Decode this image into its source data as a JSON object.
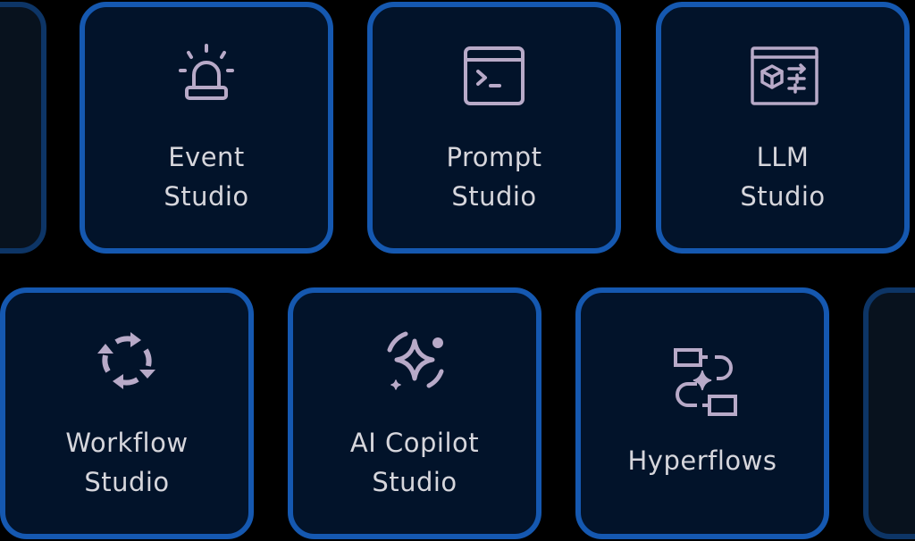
{
  "colors": {
    "background": "#000000",
    "card_fill": "#02132a",
    "card_border": "#1558b0",
    "faded_fill": "#08121e",
    "faded_border": "#0d3566",
    "icon": "#b8aac8",
    "text": "#d6d6dc"
  },
  "cards": [
    {
      "id": "event-studio",
      "icon": "siren-icon",
      "line1": "Event",
      "line2": "Studio"
    },
    {
      "id": "prompt-studio",
      "icon": "terminal-window-icon",
      "line1": "Prompt",
      "line2": "Studio"
    },
    {
      "id": "llm-studio",
      "icon": "model-settings-icon",
      "line1": "LLM",
      "line2": "Studio"
    },
    {
      "id": "workflow-studio",
      "icon": "cycle-arrows-icon",
      "line1": "Workflow",
      "line2": "Studio"
    },
    {
      "id": "ai-copilot-studio",
      "icon": "sparkle-icon",
      "line1": "AI Copilot",
      "line2": "Studio"
    },
    {
      "id": "hyperflows",
      "icon": "flow-sparkle-icon",
      "line1": "Hyperflows",
      "line2": ""
    }
  ]
}
